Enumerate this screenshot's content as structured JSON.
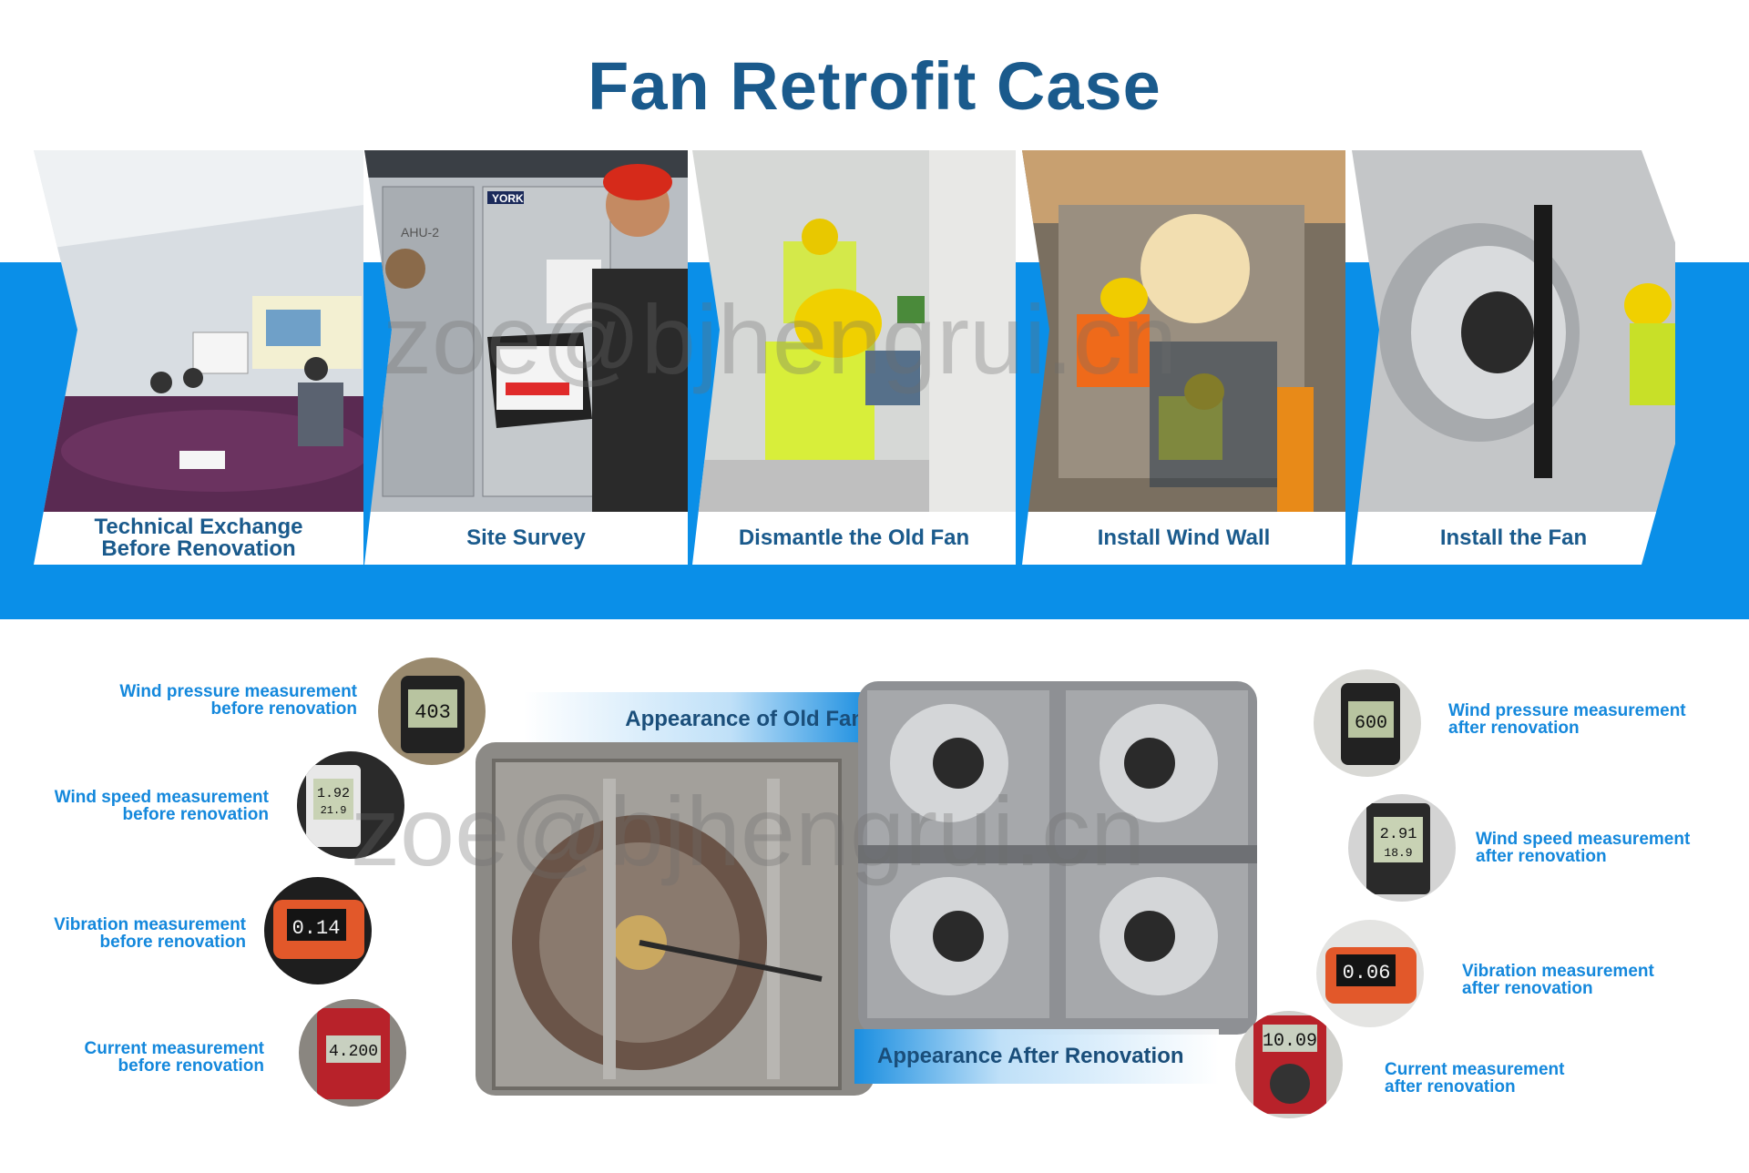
{
  "title": "Fan Retrofit Case",
  "steps": [
    {
      "label": "Technical Exchange Before Renovation"
    },
    {
      "label": "Site Survey"
    },
    {
      "label": "Dismantle the Old Fan"
    },
    {
      "label": "Install Wind Wall"
    },
    {
      "label": "Install the Fan"
    }
  ],
  "photo_text": {
    "york_brand": "YORK",
    "ahu_mark": "AHU-2"
  },
  "before": {
    "wind_pressure": {
      "line1": "Wind pressure measurement",
      "line2": "before renovation",
      "reading": "403"
    },
    "wind_speed": {
      "line1": "Wind speed measurement",
      "line2": "before renovation",
      "reading": "1.92",
      "reading2": "21.9"
    },
    "vibration": {
      "line1": "Vibration measurement",
      "line2": "before renovation",
      "reading": "0.14"
    },
    "current": {
      "line1": "Current measurement",
      "line2": "before renovation",
      "reading": "4.200"
    }
  },
  "after": {
    "wind_pressure": {
      "line1": "Wind pressure measurement",
      "line2": "after renovation",
      "reading": "600"
    },
    "wind_speed": {
      "line1": "Wind speed measurement",
      "line2": "after  renovation",
      "reading": "2.91",
      "reading2": "18.9"
    },
    "vibration": {
      "line1": "Vibration measurement",
      "line2": "after  renovation",
      "reading": "0.06"
    },
    "current": {
      "line1": "Current measurement",
      "line2": "after  renovation",
      "reading": "10.09"
    }
  },
  "old_fan_label": "Appearance of Old Fan",
  "after_label": "Appearance After Renovation",
  "watermark": "zoe@bjhengrui.cn",
  "colors": {
    "title": "#1a5a8c",
    "band": "#0a8fe8",
    "label_blue": "#1488dc"
  }
}
